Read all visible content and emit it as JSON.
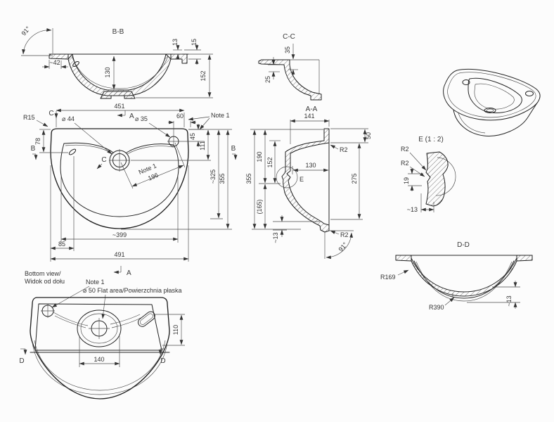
{
  "drawing": {
    "bb": {
      "title": "B-B",
      "angle": "91°",
      "flange_offset": "~42",
      "rim_step1": "13",
      "rim_step2": "15",
      "bowl_depth": "130",
      "total_height": "152"
    },
    "cc": {
      "title": "C-C",
      "deck_depth": "35",
      "flange_thk": "25"
    },
    "plan": {
      "width_top": "451",
      "corner_radius": "R15",
      "faucet_dia": "⌀ 44",
      "hole_dia": "⌀ 35",
      "hole_offset": "60",
      "note_top": "Note 1",
      "overflow_depth": "78",
      "hole_depth": "45",
      "faucet_depth": "111",
      "note_diag": "Note 1",
      "diag_dist": "196",
      "drain_depth": "~325",
      "total_depth": "355",
      "inner_width": "~399",
      "overflow_x": "85",
      "width_total": "491",
      "sec_a": "A",
      "sec_b": "B",
      "sec_c": "C"
    },
    "aa": {
      "title": "A-A",
      "width_top": "141",
      "tab_height": "50",
      "radius_top": "R2",
      "deck_h": "190",
      "bowl_h": "152",
      "width_mid": "130",
      "detail_label": "E",
      "back_h": "275",
      "total_h": "355",
      "bottom_h": "(165)",
      "foot": "~13",
      "radius_bot": "R2",
      "angle": "91°"
    },
    "detail_e": {
      "title": "E (1 : 2)",
      "r_upper": "R2",
      "r_lower": "R2",
      "notch": "19",
      "wall": "~13"
    },
    "dd": {
      "title": "D-D",
      "radius_inner": "R169",
      "radius_outer": "R390",
      "gap": "~13"
    },
    "bottom": {
      "label_line1": "Bottom view/",
      "label_line2": "Widok od dołu",
      "note": "Note 1",
      "flat_note": "⌀ 50 Flat area/Powierzchnia płaska",
      "height": "110",
      "width": "140",
      "sec_d": "D"
    }
  }
}
